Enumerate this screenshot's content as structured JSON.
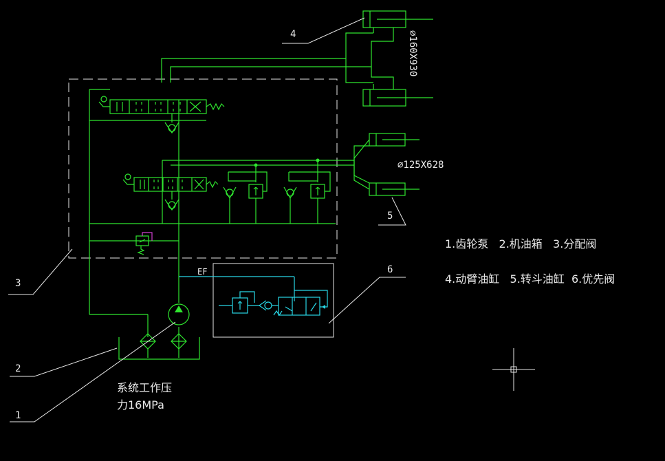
{
  "callouts": {
    "c1": "1",
    "c2": "2",
    "c3": "3",
    "c4": "4",
    "c5": "5",
    "c6": "6"
  },
  "cylinder_labels": {
    "boom": "⌀160X930",
    "bucket": "⌀125X628"
  },
  "flow_label": "EF",
  "pressure_note": {
    "line1": "系统工作压",
    "line2": "力16MPa"
  },
  "legend": {
    "line1": "1.齿轮泵   2.机油箱   3.分配阀",
    "line2": "4.动臂油缸   5.转斗油缸  6.优先阀"
  },
  "colors": {
    "hydraulic_line": "#2fe62f",
    "priority_valve": "#28d7e6",
    "annotation": "#e8e8e8",
    "relief_marker": "#d040d0",
    "background": "#000000"
  }
}
